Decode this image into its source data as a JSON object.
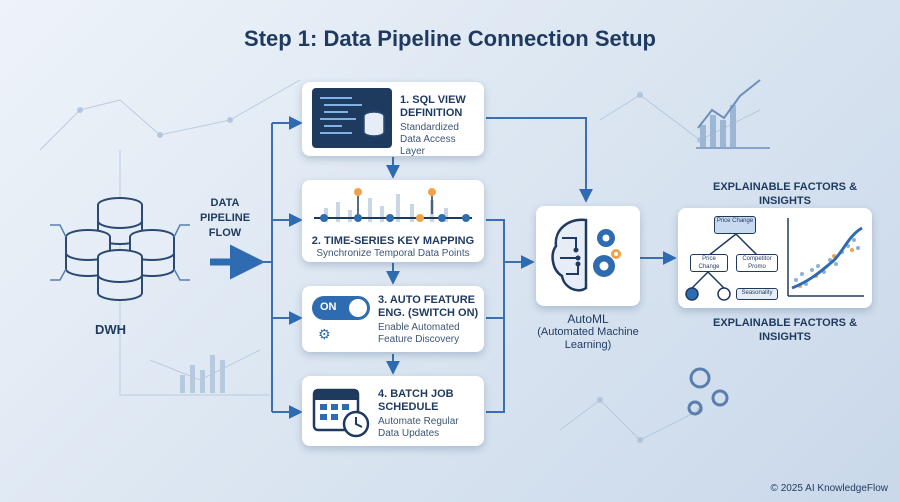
{
  "title": "Step 1: Data Pipeline Connection Setup",
  "source": {
    "label": "DWH"
  },
  "flow_label": "DATA PIPELINE FLOW",
  "steps": [
    {
      "title": "1. SQL VIEW DEFINITION",
      "subtitle": "Standardized Data Access Layer"
    },
    {
      "title": "2. TIME-SERIES KEY MAPPING",
      "subtitle": "Synchronize Temporal Data Points"
    },
    {
      "title": "3. AUTO FEATURE ENG. (SWITCH ON)",
      "subtitle": "Enable Automated Feature Discovery",
      "toggle": "ON"
    },
    {
      "title": "4. BATCH JOB SCHEDULE",
      "subtitle": "Automate Regular Data Updates"
    }
  ],
  "automl": {
    "title": "AutoML",
    "subtitle": "(Automated Machine Learning)"
  },
  "insights": {
    "title_top": "EXPLAINABLE FACTORS & INSIGHTS",
    "title_bottom": "EXPLAINABLE FACTORS & INSIGHTS",
    "tree_nodes": [
      "Price Change",
      "Price Change",
      "Competitor Promo",
      "Seasonality"
    ]
  },
  "copyright": "© 2025 AI KnowledgeFlow",
  "colors": {
    "primary": "#1f3a5f",
    "accent": "#2e6bb0",
    "orange": "#f0a34a",
    "line": "#3b6fae"
  }
}
